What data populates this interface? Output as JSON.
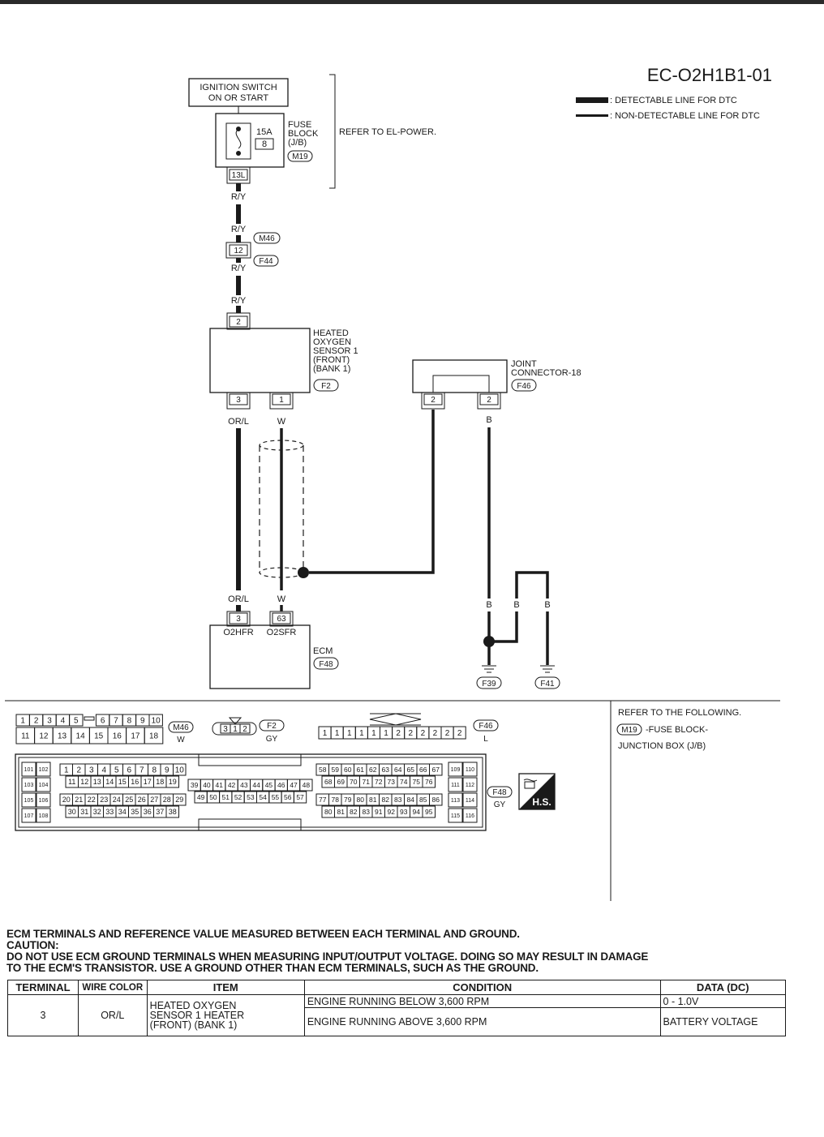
{
  "page_id": "EC-O2H1B1-01",
  "legend": {
    "detectable": ": DETECTABLE LINE FOR DTC",
    "non_detectable": ": NON-DETECTABLE LINE FOR DTC"
  },
  "ignition_switch": [
    "IGNITION SWITCH",
    "ON OR START"
  ],
  "fuse": {
    "amps": "15A",
    "number": "8",
    "label": [
      "FUSE",
      "BLOCK",
      "(J/B)"
    ],
    "connector": "M19",
    "terminal": "13L"
  },
  "refer_power": "REFER TO EL-POWER.",
  "wire_colors": {
    "ry": "R/Y",
    "orl": "OR/L",
    "w": "W",
    "b": "B"
  },
  "joint_m46_f44": {
    "terminal": "12",
    "upper_connector": "M46",
    "lower_connector": "F44"
  },
  "sensor": {
    "label": [
      "HEATED",
      "OXYGEN",
      "SENSOR 1",
      "(FRONT)",
      "(BANK 1)"
    ],
    "connector": "F2",
    "terminal_top": "2",
    "terminal_left": "3",
    "terminal_right": "1"
  },
  "joint_connector": {
    "label": [
      "JOINT",
      "CONNECTOR-18"
    ],
    "connector": "F46",
    "terminal_left": "2",
    "terminal_right": "2"
  },
  "ecm": {
    "label": "ECM",
    "connector": "F48",
    "terminal_left": "3",
    "terminal_right": "63",
    "pin_left": "O2HFR",
    "pin_right": "O2SFR"
  },
  "grounds": [
    "F39",
    "F41"
  ],
  "connector_views": {
    "m46": {
      "id": "M46",
      "color": "W",
      "row1": [
        "1",
        "2",
        "3",
        "4",
        "5",
        "",
        "6",
        "7",
        "8",
        "9",
        "10"
      ],
      "row2": [
        "11",
        "12",
        "13",
        "14",
        "15",
        "16",
        "17",
        "18"
      ]
    },
    "f2": {
      "id": "F2",
      "color": "GY",
      "pins": [
        "3",
        "1",
        "2"
      ]
    },
    "f46": {
      "id": "F46",
      "color": "L",
      "pins": [
        "1",
        "1",
        "1",
        "1",
        "1",
        "1",
        "2",
        "2",
        "2",
        "2",
        "2",
        "2"
      ]
    },
    "f48": {
      "id": "F48",
      "color": "GY",
      "hs": "H.S.",
      "left_cols": [
        [
          "101",
          "102"
        ],
        [
          "103",
          "104"
        ],
        [
          "105",
          "106"
        ],
        [
          "107",
          "108"
        ]
      ],
      "right_cols": [
        [
          "109",
          "110"
        ],
        [
          "111",
          "112"
        ],
        [
          "113",
          "114"
        ],
        [
          "115",
          "116"
        ]
      ],
      "rowA": [
        "1",
        "2",
        "3",
        "4",
        "5",
        "6",
        "7",
        "8",
        "9",
        "10"
      ],
      "rowB": [
        "11",
        "12",
        "13",
        "14",
        "15",
        "16",
        "17",
        "18",
        "19"
      ],
      "rowC": [
        "20",
        "21",
        "22",
        "23",
        "24",
        "25",
        "26",
        "27",
        "28",
        "29"
      ],
      "rowD": [
        "30",
        "31",
        "32",
        "33",
        "34",
        "35",
        "36",
        "37",
        "38"
      ],
      "midA": [
        "39",
        "40",
        "41",
        "42",
        "43",
        "44",
        "45",
        "46",
        "47",
        "48"
      ],
      "midB": [
        "49",
        "50",
        "51",
        "52",
        "53",
        "54",
        "55",
        "56",
        "57"
      ],
      "rightA": [
        "58",
        "59",
        "60",
        "61",
        "62",
        "63",
        "64",
        "65",
        "66",
        "67"
      ],
      "rightB": [
        "68",
        "69",
        "70",
        "71",
        "72",
        "73",
        "74",
        "75",
        "76"
      ],
      "rightC": [
        "77",
        "78",
        "79",
        "80",
        "81",
        "82",
        "83",
        "84",
        "85",
        "86"
      ],
      "rightD": [
        "80",
        "81",
        "82",
        "83",
        "91",
        "92",
        "93",
        "94",
        "95"
      ]
    }
  },
  "refer_following": {
    "title": "REFER TO THE FOLLOWING.",
    "connector": "M19",
    "line1": "-FUSE BLOCK-",
    "line2": "JUNCTION BOX (J/B)"
  },
  "notes": {
    "heading": "ECM TERMINALS AND REFERENCE VALUE MEASURED BETWEEN EACH TERMINAL AND GROUND.",
    "caution_label": "CAUTION:",
    "caution_line1": "DO NOT USE ECM GROUND TERMINALS WHEN MEASURING INPUT/OUTPUT VOLTAGE. DOING SO MAY RESULT IN DAMAGE",
    "caution_line2": "TO THE ECM'S TRANSISTOR. USE A GROUND OTHER THAN ECM TERMINALS, SUCH AS THE GROUND."
  },
  "table": {
    "headers": [
      "TERMINAL",
      "WIRE COLOR",
      "ITEM",
      "CONDITION",
      "DATA (DC)"
    ],
    "terminal": "3",
    "wire_color": "OR/L",
    "item": [
      "HEATED OXYGEN",
      "SENSOR 1 HEATER",
      "(FRONT) (BANK 1)"
    ],
    "rows": [
      {
        "condition": "ENGINE RUNNING BELOW 3,600 RPM",
        "data": "0 - 1.0V"
      },
      {
        "condition": "ENGINE RUNNING ABOVE 3,600 RPM",
        "data": "BATTERY VOLTAGE"
      }
    ]
  }
}
